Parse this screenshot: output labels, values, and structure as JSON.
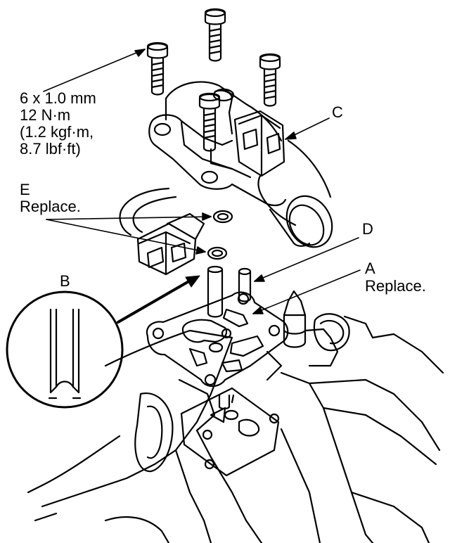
{
  "labels": {
    "bolt_spec": [
      "6 x 1.0 mm",
      "12 N·m",
      "(1.2 kgf·m,",
      "8.7 lbf·ft)"
    ],
    "c": "C",
    "d": "D",
    "a": "A",
    "a_note": "Replace.",
    "e": "E",
    "e_note": "Replace.",
    "b": "B"
  }
}
